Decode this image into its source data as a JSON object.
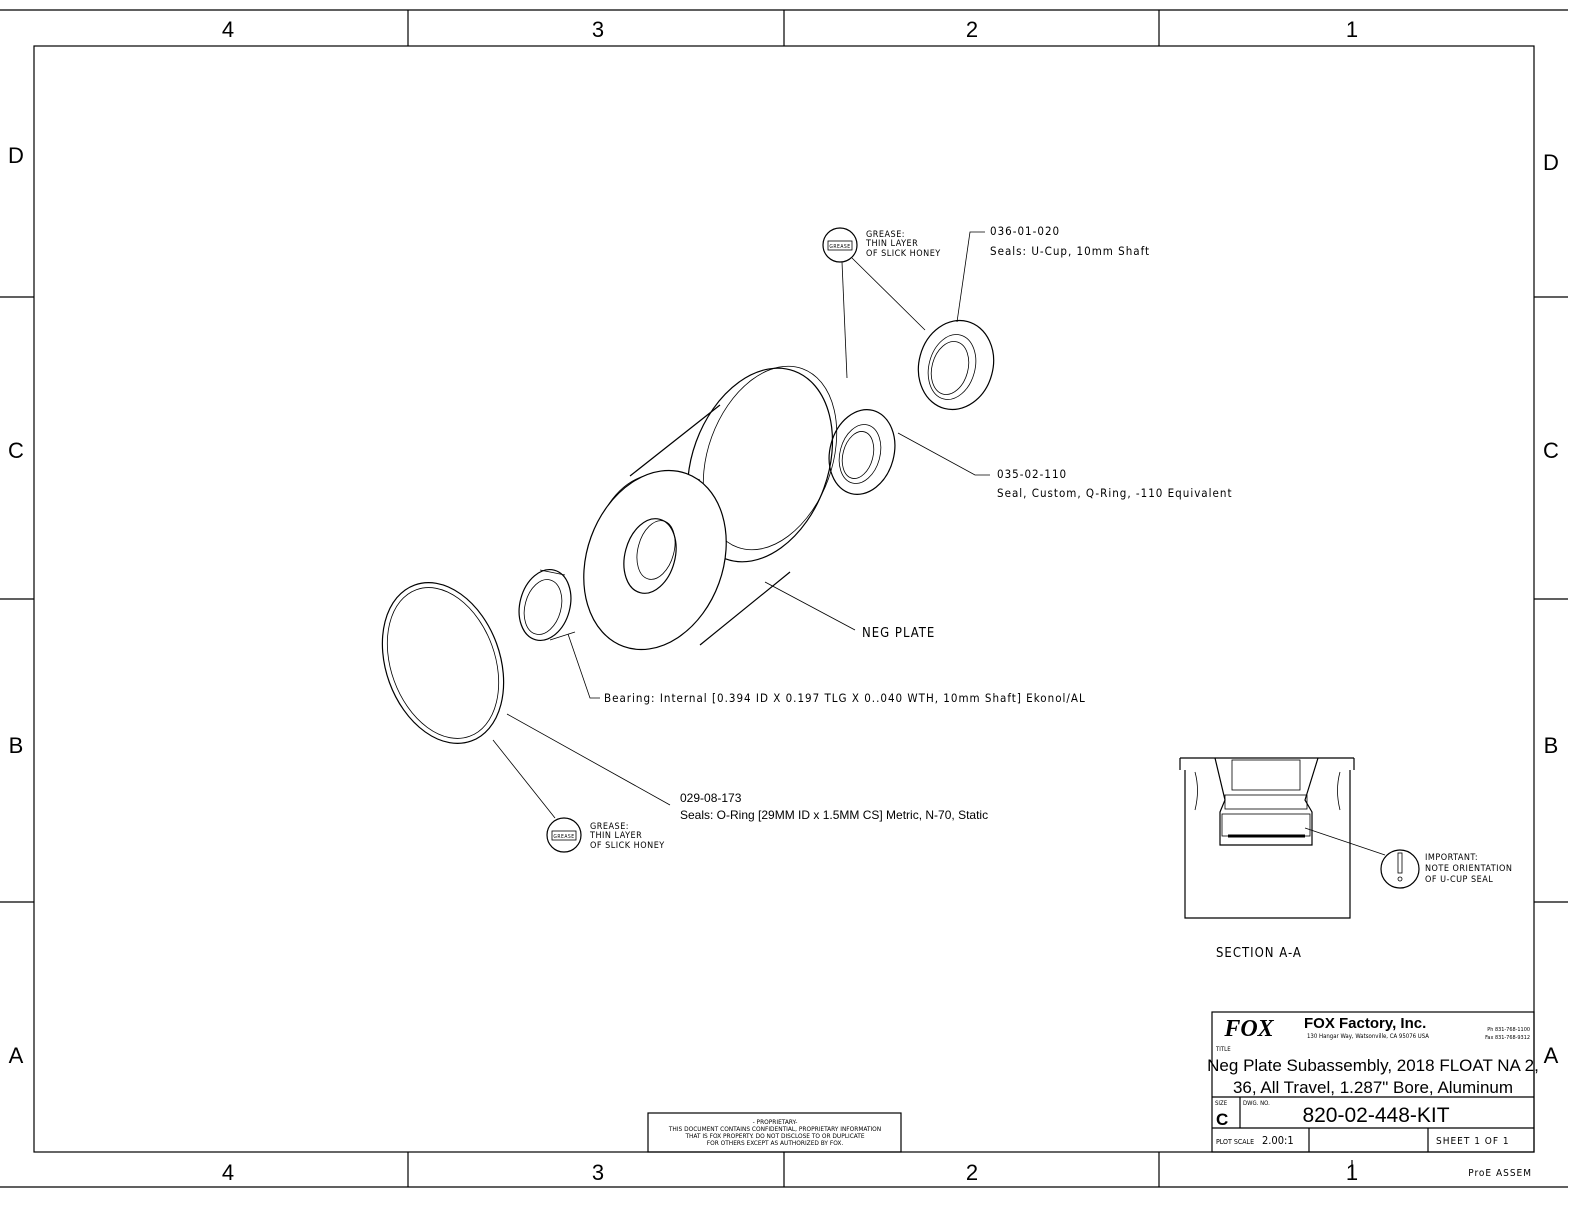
{
  "border": {
    "columns_top": [
      "4",
      "3",
      "2",
      "1"
    ],
    "columns_bottom": [
      "4",
      "3",
      "2",
      "1"
    ],
    "rows_left": [
      "D",
      "C",
      "B",
      "A"
    ],
    "rows_right": [
      "D",
      "C",
      "B",
      "A"
    ]
  },
  "callouts": {
    "grease_top": {
      "icon_label": "GREASE",
      "lines": [
        "GREASE:",
        "THIN LAYER",
        "OF SLICK HONEY"
      ]
    },
    "ucup": {
      "part": "036-01-020",
      "desc": "Seals: U-Cup, 10mm Shaft"
    },
    "qring": {
      "part": "035-02-110",
      "desc": "Seal, Custom, Q-Ring, -110 Equivalent"
    },
    "neg_plate": "NEG PLATE",
    "bearing": "Bearing: Internal [0.394 ID X 0.197 TLG X 0..040 WTH, 10mm Shaft] Ekonol/AL",
    "oring": {
      "part": "029-08-173",
      "desc": "Seals: O-Ring [29MM ID x 1.5MM CS] Metric, N-70, Static"
    },
    "grease_bottom": {
      "icon_label": "GREASE",
      "lines": [
        "GREASE:",
        "THIN LAYER",
        "OF SLICK HONEY"
      ]
    },
    "important": {
      "lines": [
        "IMPORTANT:",
        "NOTE ORIENTATION",
        "OF U-CUP SEAL"
      ]
    },
    "section_label": "SECTION  A-A"
  },
  "proprietary": {
    "lines": [
      "- PROPRIETARY-",
      "THIS DOCUMENT CONTAINS CONFIDENTIAL, PROPRIETARY INFORMATION",
      "THAT IS FOX PROPERTY.  DO NOT DISCLOSE TO OR DUPLICATE",
      "FOR OTHERS EXCEPT AS AUTHORIZED BY FOX."
    ]
  },
  "title_block": {
    "logo_text": "FOX",
    "company": "FOX Factory, Inc.",
    "address": "130 Hangar Way, Watsonville, CA 95076 USA",
    "phone": "Ph 831-768-1100",
    "fax": "Fax 831-768-9312",
    "title_label": "TITLE",
    "title_line1": "Neg Plate Subassembly, 2018 FLOAT NA 2,",
    "title_line2": "36, All Travel, 1.287\" Bore, Aluminum",
    "size_label": "SIZE",
    "size": "C",
    "dwg_label": "DWG. NO.",
    "dwg_no": "820-02-448-KIT",
    "plot_scale_label": "PLOT SCALE",
    "plot_scale": "2.00:1",
    "sheet": "SHEET 1 OF 1",
    "footer": "ProE ASSEM"
  }
}
